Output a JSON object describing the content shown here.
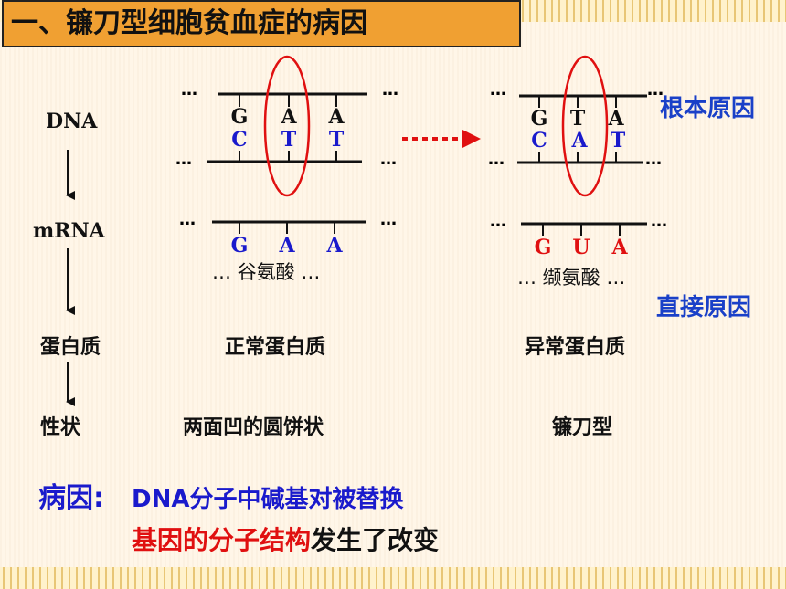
{
  "title": "一、镰刀型细胞贫血症的病因",
  "left_labels": {
    "dna": "DNA",
    "mrna": "mRNA",
    "protein": "蛋白质",
    "trait": "性状"
  },
  "dots": "…",
  "normal": {
    "dna_top": [
      "G",
      "A",
      "A"
    ],
    "dna_bottom": [
      "C",
      "T",
      "T"
    ],
    "mrna": [
      "G",
      "A",
      "A"
    ],
    "amino_acid": "… 谷氨酸 …",
    "protein": "正常蛋白质",
    "trait": "两面凹的圆饼状"
  },
  "mutant": {
    "dna_top": [
      "G",
      "T",
      "A"
    ],
    "dna_bottom": [
      "C",
      "A",
      "T"
    ],
    "mrna": [
      "G",
      "U",
      "A"
    ],
    "amino_acid": "… 缬氨酸 …",
    "protein": "异常蛋白质",
    "trait": "镰刀型"
  },
  "root_cause": "根本原因",
  "direct_cause": "直接原因",
  "cause_label": "病因:",
  "cause_text": "DNA分子中碱基对被替换",
  "conclusion_red": "基因的分子结构",
  "conclusion_black": "发生了改变",
  "colors": {
    "title_bg": "#f0a032",
    "blue": "#1a1acc",
    "red": "#e01010",
    "label_blue": "#1a40c8"
  }
}
